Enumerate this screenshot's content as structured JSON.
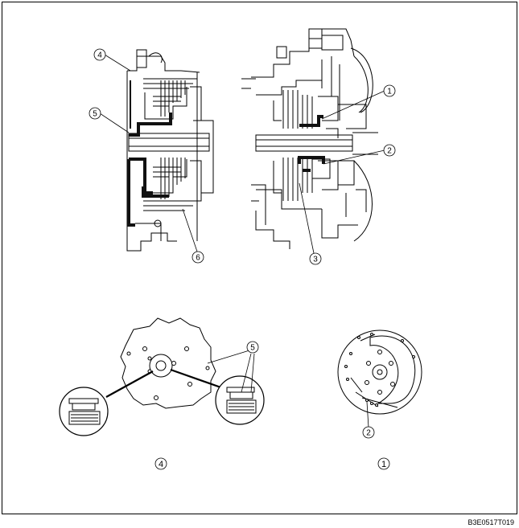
{
  "callouts": {
    "c1": "1",
    "c2": "2",
    "c3": "3",
    "c4": "4",
    "c5": "5",
    "c6": "6"
  },
  "bottom_views": {
    "left_caption": "4",
    "right_caption": "1",
    "left_callout": "5",
    "right_callout": "2"
  },
  "figure_code": "B3E0517T019",
  "colors": {
    "line": "#000000",
    "fill": "#ffffff",
    "fluid_path": "#111111"
  }
}
